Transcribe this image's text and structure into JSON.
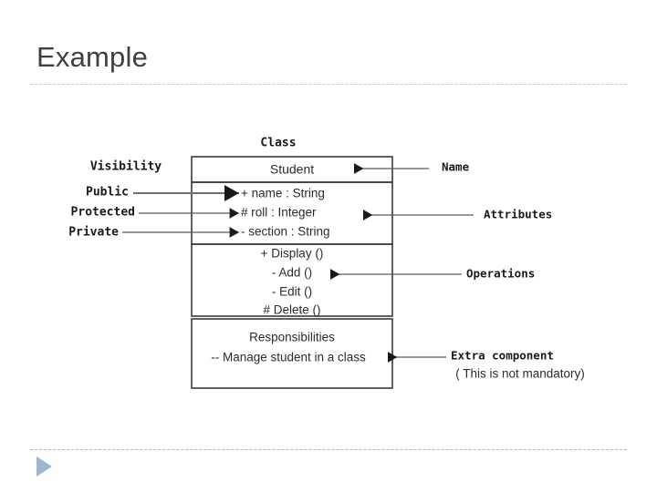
{
  "slide": {
    "title": "Example"
  },
  "diagram": {
    "caption": "Class",
    "class_box": {
      "name": "Student",
      "attributes": [
        "+ name : String",
        "# roll : Integer",
        "- section : String"
      ],
      "operations": [
        "+ Display ()",
        "- Add ()",
        "- Edit ()",
        "# Delete ()"
      ],
      "responsibilities_heading": "Responsibilities",
      "responsibilities_items": [
        "-- Manage student in a class"
      ]
    },
    "left_labels": [
      "Visibility",
      "Public",
      "Protected",
      "Private"
    ],
    "right_labels": [
      "Name",
      "Attributes",
      "Operations",
      "Extra component"
    ],
    "right_note": "( This is not mandatory)"
  },
  "colors": {
    "title": "#404040",
    "rule": "#c9c9c9",
    "nav": "#9fb4cf",
    "ink": "#1a1a1a"
  },
  "footer": {
    "nav_icon": "play-triangle-icon"
  }
}
